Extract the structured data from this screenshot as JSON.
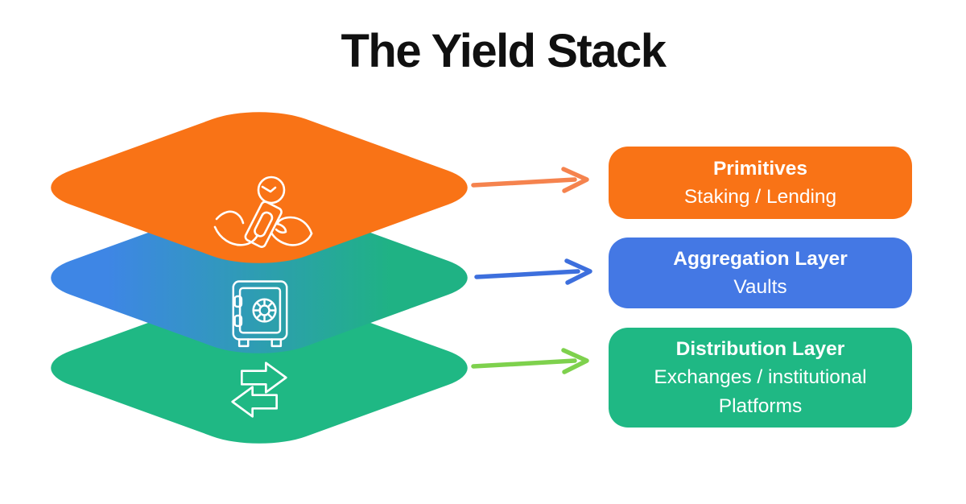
{
  "title": "The Yield Stack",
  "colors": {
    "background": "#FFFFFF",
    "title_text": "#101010",
    "box_text": "#FFFFFF",
    "primitives_orange": "#F97316",
    "aggregation_gradient_from": "#3E86E5",
    "aggregation_gradient_to": "#1FB284",
    "aggregation_box_blue": "#4478E4",
    "distribution_green": "#1FB884",
    "arrow_orange": "#F5834E",
    "arrow_blue": "#3D6FDD",
    "arrow_green": "#7ED14D"
  },
  "stack": {
    "layers": [
      {
        "name": "primitives",
        "layer_fill": "#F97316",
        "icon": "hands-exchange-money-icon",
        "arrow_color": "#F5834E",
        "box": {
          "fill": "#F97316",
          "title": "Primitives",
          "subtitle": "Staking / Lending"
        }
      },
      {
        "name": "aggregation",
        "layer_fill_gradient": {
          "from": "#3E86E5",
          "to": "#1FB284",
          "direction": "left-to-right"
        },
        "icon": "vault-safe-icon",
        "arrow_color": "#3D6FDD",
        "box": {
          "fill": "#4478E4",
          "title": "Aggregation Layer",
          "subtitle": "Vaults"
        }
      },
      {
        "name": "distribution",
        "layer_fill": "#1FB884",
        "icon": "swap-arrows-icon",
        "arrow_color": "#7ED14D",
        "box": {
          "fill": "#1FB884",
          "title": "Distribution Layer",
          "subtitle": "Exchanges / institutional Platforms"
        }
      }
    ]
  }
}
